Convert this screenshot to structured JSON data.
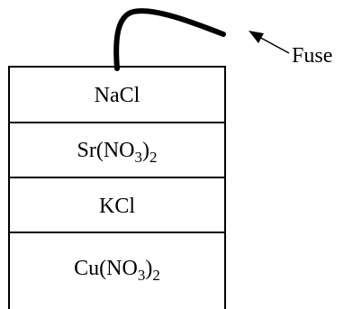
{
  "fuse_label": "Fuse",
  "layers": [
    {
      "id": "layer-nacl",
      "parts": [
        {
          "t": "NaCl",
          "sub": false
        }
      ]
    },
    {
      "id": "layer-srno32",
      "parts": [
        {
          "t": "Sr(NO",
          "sub": false
        },
        {
          "t": "3",
          "sub": true
        },
        {
          "t": ")",
          "sub": false
        },
        {
          "t": "2",
          "sub": true
        }
      ]
    },
    {
      "id": "layer-kcl",
      "parts": [
        {
          "t": "KCl",
          "sub": false
        }
      ]
    },
    {
      "id": "layer-cuno32",
      "parts": [
        {
          "t": "Cu(NO",
          "sub": false
        },
        {
          "t": "3",
          "sub": true
        },
        {
          "t": ")",
          "sub": false
        },
        {
          "t": "2",
          "sub": true
        }
      ]
    }
  ],
  "colors": {
    "stroke": "#000000",
    "background": "#ffffff"
  }
}
